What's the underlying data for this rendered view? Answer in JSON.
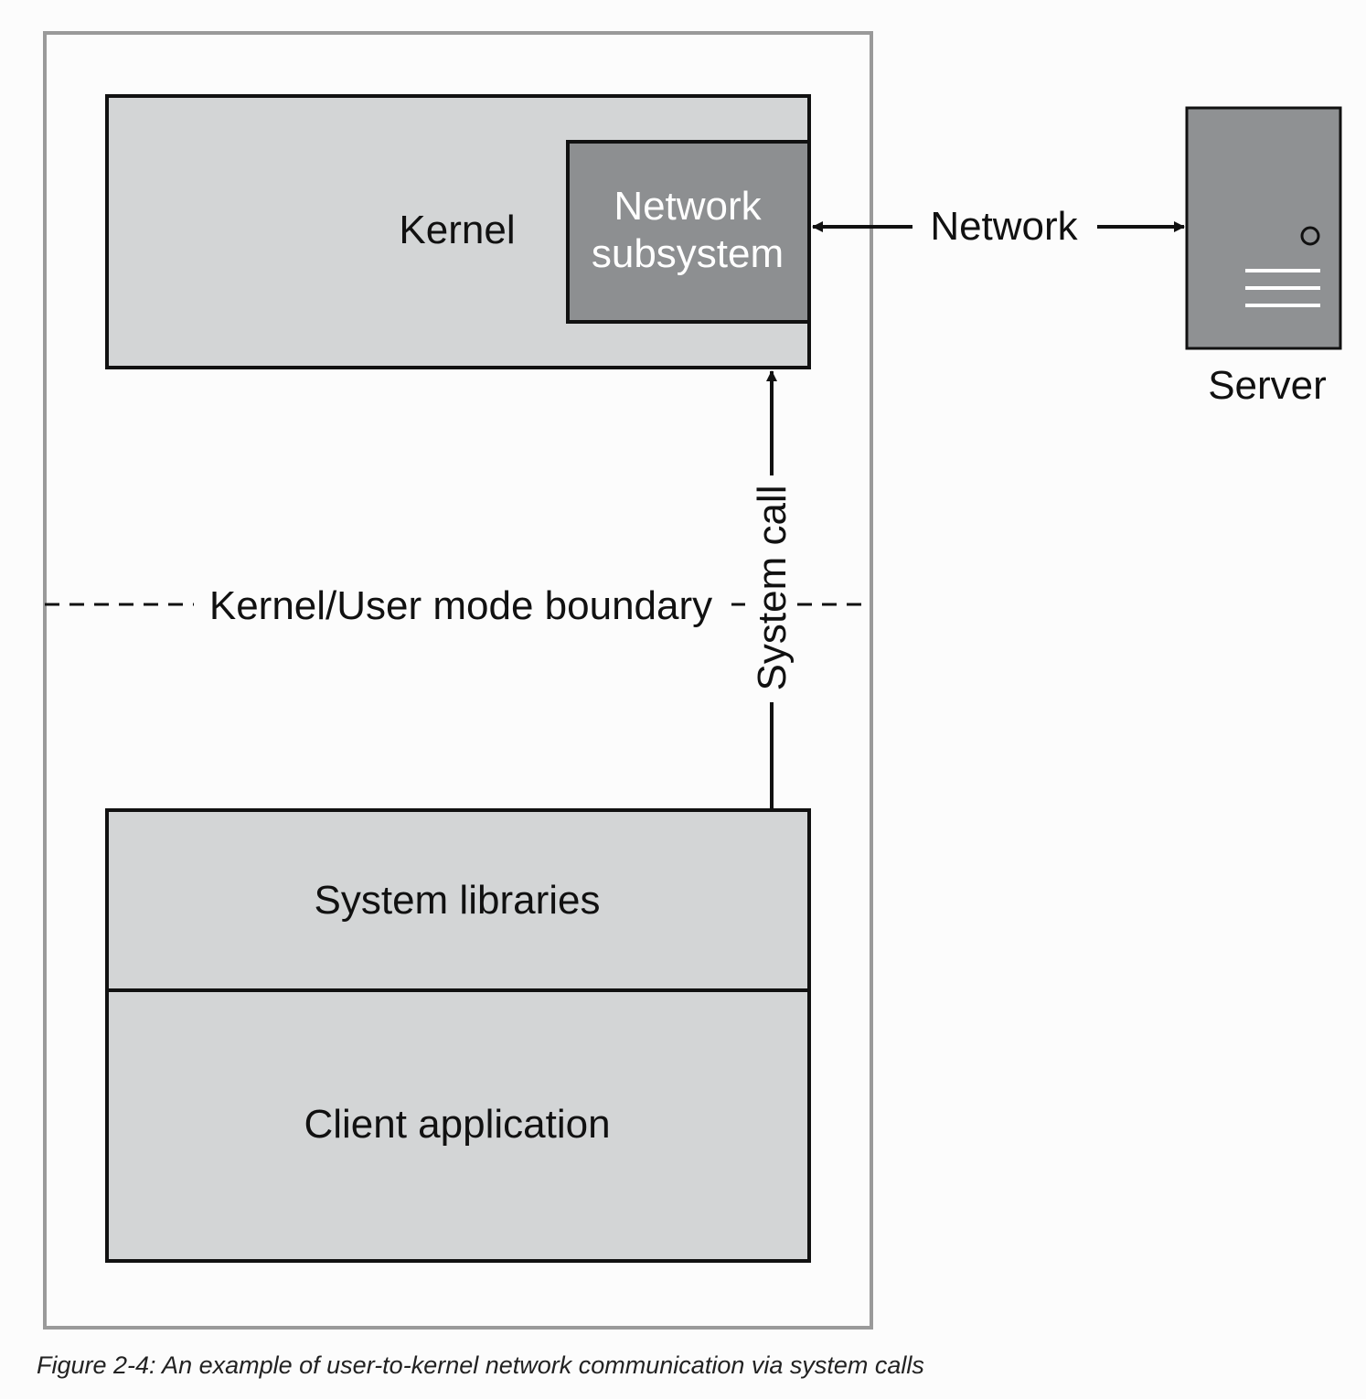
{
  "diagram": {
    "kernel_label": "Kernel",
    "network_subsystem_label_line1": "Network",
    "network_subsystem_label_line2": "subsystem",
    "network_label": "Network",
    "server_label": "Server",
    "boundary_label": "Kernel/User mode boundary",
    "system_call_label": "System call",
    "system_libraries_label": "System libraries",
    "client_application_label": "Client application"
  },
  "caption": "Figure 2-4: An example of user-to-kernel network communication via system calls",
  "colors": {
    "box_fill": "#d3d5d6",
    "network_subsystem_fill": "#8d8f91",
    "server_fill": "#8f9193",
    "stroke": "#111111",
    "outer_frame": "#9a9a9a"
  }
}
